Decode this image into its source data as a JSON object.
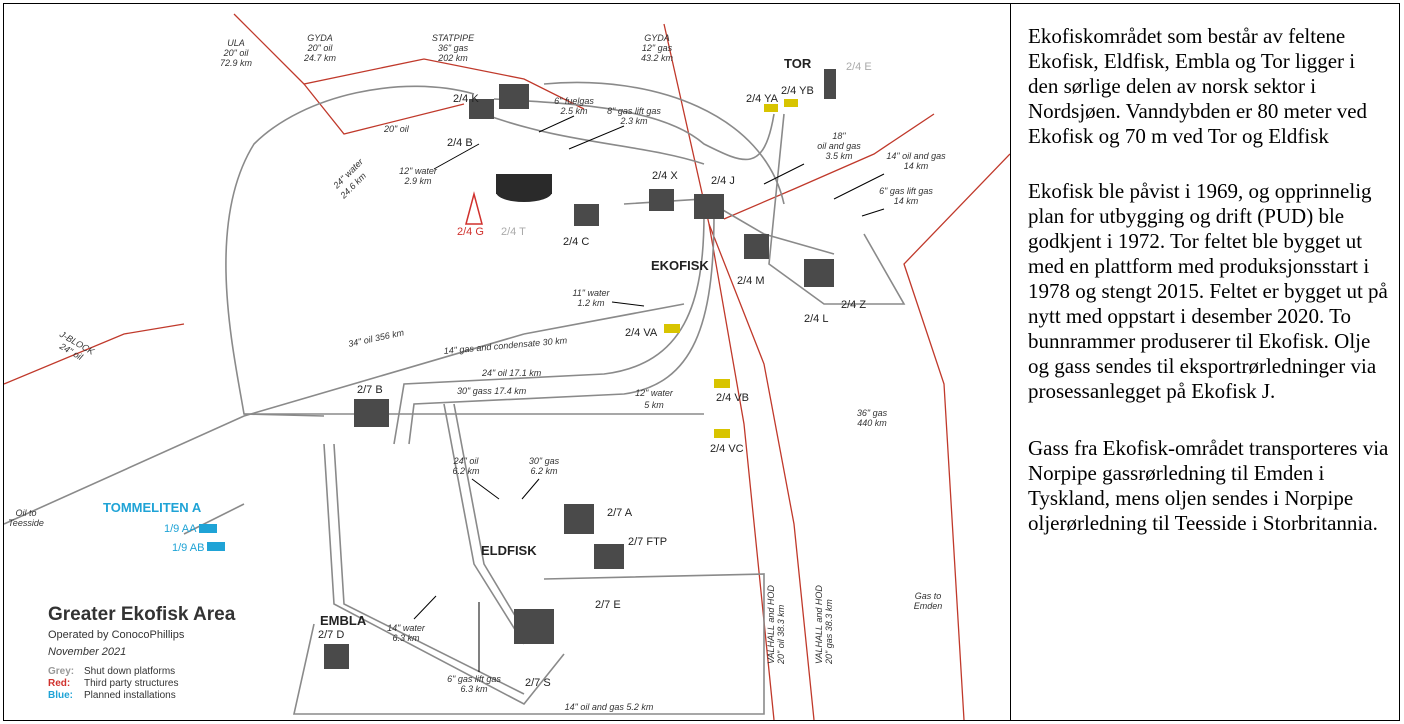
{
  "map": {
    "fields": {
      "ekofisk": "EKOFISK",
      "eldfisk": "ELDFISK",
      "embla": "EMBLA",
      "tor": "TOR",
      "tommeliten": "TOMMELITEN A"
    },
    "platforms": {
      "p24k": "2/4 K",
      "p24b": "2/4 B",
      "p24x": "2/4 X",
      "p24j": "2/4 J",
      "p24c": "2/4 C",
      "p24g": "2/4 G",
      "p24t": "2/4 T",
      "p24m": "2/4 M",
      "p24l": "2/4 L",
      "p24z": "2/4 Z",
      "p24va": "2/4 VA",
      "p24vb": "2/4 VB",
      "p24vc": "2/4 VC",
      "p24ya": "2/4 YA",
      "p24yb": "2/4 YB",
      "p24e": "2/4 E",
      "p27b": "2/7 B",
      "p27a": "2/7 A",
      "p27ftp": "2/7 FTP",
      "p27e": "2/7 E",
      "p27s": "2/7 S",
      "p27d": "2/7 D",
      "p19aa": "1/9 AA",
      "p19ab": "1/9 AB"
    },
    "pipes": {
      "ula_name": "ULA",
      "ula_size": "20\" oil",
      "ula_len": "72.9 km",
      "gyda1_name": "GYDA",
      "gyda1_size": "20\" oil",
      "gyda1_len": "24.7 km",
      "statpipe_name": "STATPIPE",
      "statpipe_size": "36\" gas",
      "statpipe_len": "202 km",
      "gyda2_name": "GYDA",
      "gyda2_size": "12\" gas",
      "gyda2_len": "43.2 km",
      "oil20": "20\" oil",
      "fuelgas": "6\" fuelgas",
      "fuelgas_len": "2.5 km",
      "gaslift": "8\" gas lift gas",
      "gaslift_len": "2.3 km",
      "water12": "12\" water",
      "water12_len": "2.9 km",
      "water24": "24\" water",
      "water24_len": "24.6 km",
      "oilgas18": "18\"",
      "oilgas18_b": "oil and gas",
      "oilgas18_len": "3.5 km",
      "oilgas14": "14\" oil and gas",
      "oilgas14_len": "14 km",
      "gaslift6": "6\" gas lift gas",
      "gaslift6_len": "14 km",
      "water11": "11\" water",
      "water11_len": "1.2 km",
      "jblock": "J-BLOCK",
      "jblock_size": "24\" oil",
      "oil34": "34\" oil 356 km",
      "gascond": "14\" gas and condensate 30 km",
      "oil24_17": "24\" oil 17.1 km",
      "gass30": "30\" gass 17.4 km",
      "water12b": "12\" water",
      "water12b_len": "5 km",
      "gas36": "36\" gas",
      "gas36_len": "440 km",
      "oil24_62": "24\" oil",
      "oil24_62_len": "6.2 km",
      "gas30_62": "30\" gas",
      "gas30_62_len": "6.2 km",
      "teesside": "Oil to",
      "teesside_b": "Teesside",
      "emden": "Gas to",
      "emden_b": "Emden",
      "water14": "14\" water",
      "water14_len": "6.3 km",
      "gaslift63": "6\" gas lift gas",
      "gaslift63_len": "6.3 km",
      "oilgas52": "14\" oil and gas 5.2 km",
      "valhall1": "VALHALL and HOD",
      "valhall1_b": "20\" oil 38.3 km",
      "valhall2": "VALHALL and HOD",
      "valhall2_b": "20\" gas 38.3 km"
    },
    "legend": {
      "title": "Greater Ekofisk Area",
      "operator": "Operated by ConocoPhillips",
      "date": "November 2021",
      "grey_key": "Grey:",
      "grey_val": "Shut down platforms",
      "red_key": "Red:",
      "red_val": "Third party structures",
      "blue_key": "Blue:",
      "blue_val": "Planned installations"
    },
    "colors": {
      "red_pipe": "#c0392b",
      "grey_pipe": "#8a8a8a",
      "blue": "#1fa3d6",
      "red_text": "#d0312d"
    }
  },
  "text": {
    "p1": "Ekofiskområdet som består av feltene Ekofisk, Eldfisk, Embla og Tor ligger i den sørlige delen av norsk sektor i Nordsjøen. Vanndybden er 80 meter ved Ekofisk og 70 m ved Tor og Eldfisk",
    "p2": "Ekofisk ble påvist i 1969, og opprinnelig plan for utbygging og drift (PUD) ble godkjent i 1972. Tor feltet ble bygget ut med en plattform med produksjonsstart i 1978 og stengt 2015. Feltet er bygget ut på nytt med oppstart i desember 2020. To bunnrammer produserer til Ekofisk. Olje og gass sendes til eksportrørledninger via prosessanlegget på Ekofisk J.",
    "p3": "Gass fra Ekofisk-området transporteres via Norpipe gassrørledning til Emden i Tyskland, mens oljen sendes i Norpipe oljerørledning til Teesside i Storbritannia."
  }
}
